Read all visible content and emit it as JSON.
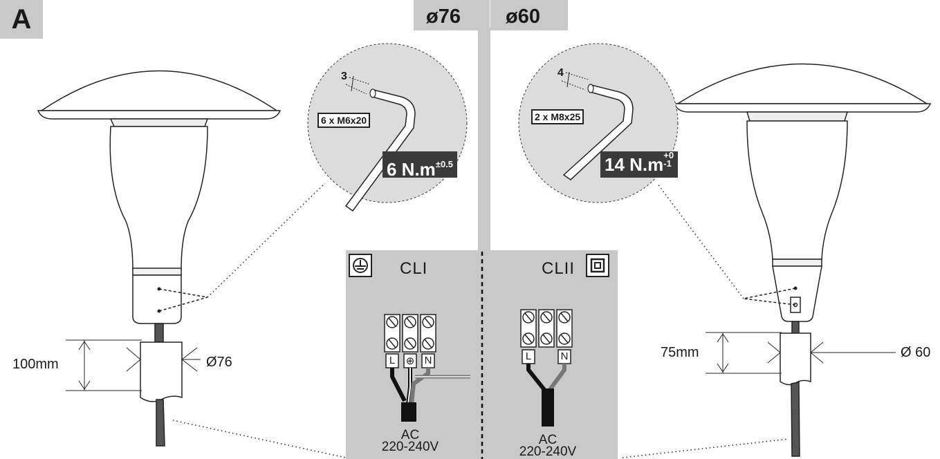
{
  "panel_label": "A",
  "diameters": {
    "left": "ø76",
    "right": "ø60"
  },
  "left": {
    "screws": "6 x M6x20",
    "hex_size": "3",
    "torque_main": "6 N.m",
    "torque_tol": "±0.5",
    "height": "100mm",
    "diameter": "Ø76"
  },
  "right": {
    "screws": "2 x M8x25",
    "hex_size": "4",
    "torque_main": "14 N.m",
    "torque_tol_upper": "+0",
    "torque_tol_lower": "-1",
    "height": "75mm",
    "diameter": "Ø 60"
  },
  "wiring": {
    "class1": "CLI",
    "class2": "CLII",
    "terminals_cl1": [
      "L",
      "⊕",
      "N"
    ],
    "terminals_cl2": [
      "L",
      "N"
    ],
    "ac_label": "AC",
    "voltage": "220-240V"
  },
  "colors": {
    "panel_gray": "#c9c9c9",
    "torque_bg": "#3a3a3a"
  }
}
